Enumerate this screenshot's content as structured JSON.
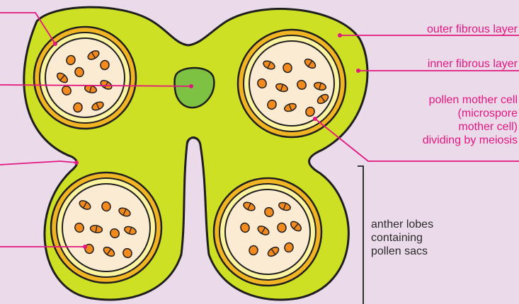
{
  "labels": {
    "outer_fibrous_layer": "outer fibrous layer",
    "inner_fibrous_layer": "inner fibrous layer",
    "pollen_mother_cell_line1": "pollen mother cell",
    "pollen_mother_cell_line2": "(microspore",
    "pollen_mother_cell_line3": "mother cell)",
    "pollen_mother_cell_line4": "dividing by meiosis",
    "anther_lobes_line1": "anther lobes",
    "anther_lobes_line2": "containing",
    "anther_lobes_line3": "pollen sacs"
  },
  "colors": {
    "background": "#eadaea",
    "anther_tissue": "#cde024",
    "outer_fibrous": "#f1b422",
    "inner_fibrous": "#fbf3a0",
    "pollen_sac_interior": "#fbebd2",
    "vascular_bundle": "#7dc242",
    "pollen_cell": "#f28a1d",
    "label_pink": "#e2177f",
    "outline": "#1e1e1e"
  },
  "icons": {
    "pollen_cell": "orange-cell-icon"
  }
}
